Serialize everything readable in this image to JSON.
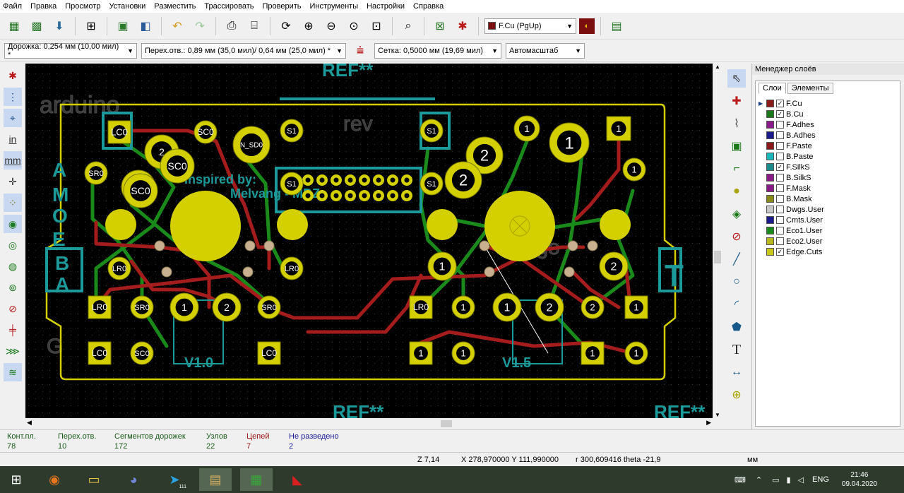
{
  "menu": [
    "Файл",
    "Правка",
    "Просмотр",
    "Установки",
    "Разместить",
    "Трассировать",
    "Проверить",
    "Инструменты",
    "Настройки",
    "Справка"
  ],
  "toolbar": {
    "layer_select": "F.Cu (PgUp)",
    "layer_color": "#7a0e0e"
  },
  "toolbar2": {
    "track": "Дорожка: 0,254 мм (10,00 мил) *",
    "via": "Перех.отв.: 0,89 мм (35,0 мил)/ 0,64 мм (25,0 мил) *",
    "grid": "Сетка: 0,5000 мм (19,69 мил)",
    "zoom": "Автомасштаб"
  },
  "left_tools": {
    "in": "in",
    "mm": "mm"
  },
  "right_tools": {
    "text": "T"
  },
  "pcb": {
    "board_color": "#d4d000",
    "track_red": "#a51c1c",
    "track_green": "#1a8a1a",
    "silk_teal": "#1c9a9a",
    "texts": {
      "ref_top": "REF**",
      "ref_bottom1": "REF**",
      "ref_bottom2": "REF**",
      "inspired": "Inspired by:",
      "melvang": "Melvang - MDZ",
      "amoeba": [
        "A",
        "M",
        "O",
        "E",
        "B",
        "A"
      ],
      "ver_left": "V1.0",
      "ver_right": "V1.5"
    },
    "pad_labels": {
      "lc0": "LC0",
      "sc0": "SC0",
      "sr0": "SR0",
      "lr0": "LR0",
      "one": "1",
      "two": "2",
      "s1": "S1",
      "nsd0": "N_SD0"
    }
  },
  "layers_panel": {
    "title": "Менеджер слоёв",
    "tabs": [
      "Слои",
      "Элементы"
    ],
    "layers": [
      {
        "name": "F.Cu",
        "color": "#8b1a1a",
        "checked": true,
        "active": true
      },
      {
        "name": "B.Cu",
        "color": "#1a7a1a",
        "checked": true,
        "active": false
      },
      {
        "name": "F.Adhes",
        "color": "#8a1a8a",
        "checked": false,
        "active": false
      },
      {
        "name": "B.Adhes",
        "color": "#1a1a8a",
        "checked": false,
        "active": false
      },
      {
        "name": "F.Paste",
        "color": "#8a1a1a",
        "checked": false,
        "active": false
      },
      {
        "name": "B.Paste",
        "color": "#1ab8b8",
        "checked": false,
        "active": false
      },
      {
        "name": "F.SilkS",
        "color": "#1a8a8a",
        "checked": true,
        "active": false
      },
      {
        "name": "B.SilkS",
        "color": "#8a1a8a",
        "checked": false,
        "active": false
      },
      {
        "name": "F.Mask",
        "color": "#8a1a8a",
        "checked": false,
        "active": false
      },
      {
        "name": "B.Mask",
        "color": "#8a8a1a",
        "checked": false,
        "active": false
      },
      {
        "name": "Dwgs.User",
        "color": "#c8c8c8",
        "checked": false,
        "active": false
      },
      {
        "name": "Cmts.User",
        "color": "#1a1a8a",
        "checked": false,
        "active": false
      },
      {
        "name": "Eco1.User",
        "color": "#1a8a1a",
        "checked": false,
        "active": false
      },
      {
        "name": "Eco2.User",
        "color": "#b8b81a",
        "checked": false,
        "active": false
      },
      {
        "name": "Edge.Cuts",
        "color": "#c8c81a",
        "checked": true,
        "active": false
      }
    ]
  },
  "status": [
    {
      "label": "Конт.пл.",
      "value": "78",
      "color": "#1a5a1a"
    },
    {
      "label": "Перех.отв.",
      "value": "10",
      "color": "#1a5a1a"
    },
    {
      "label": "Сегментов дорожек",
      "value": "172",
      "color": "#1a5a1a"
    },
    {
      "label": "Узлов",
      "value": "22",
      "color": "#1a5a1a"
    },
    {
      "label": "Цепей",
      "value": "7",
      "color": "#a01a1a"
    },
    {
      "label": "Не разведено",
      "value": "2",
      "color": "#1a1a9a"
    }
  ],
  "coords": {
    "zoom": "Z 7,14",
    "xy": "X 278,970000  Y 111,990000",
    "polar": "r 300,609416  theta -21,9",
    "units": "мм"
  },
  "taskbar": {
    "lang": "ENG",
    "time": "21:46",
    "date": "09.04.2020",
    "badge": "111"
  }
}
